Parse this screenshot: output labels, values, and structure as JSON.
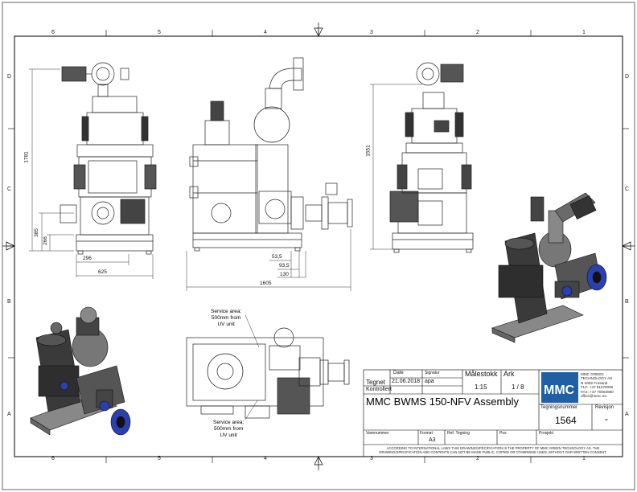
{
  "zones": {
    "columns": [
      "6",
      "5",
      "4",
      "3",
      "2",
      "1"
    ],
    "rows": [
      "D",
      "C",
      "B",
      "A"
    ]
  },
  "dimensions": {
    "overall_height_left": "1781",
    "overall_height_right": "1551",
    "base_height_1": "385",
    "base_height_2": "266",
    "base_width_1": "296",
    "base_width_2": "625",
    "side_1": "53,5",
    "side_2": "93,5",
    "side_3": "130",
    "side_length": "1605"
  },
  "notes": {
    "service_area_top": [
      "Service area:",
      "500mm from",
      "UV unit"
    ],
    "service_area_bottom": [
      "Service area:",
      "500mm from",
      "UV unit"
    ]
  },
  "title_block": {
    "date_header": "Date",
    "signature_header": "Signatur",
    "drawn_label": "Tegnet",
    "drawn_date": "21.06.2018",
    "drawn_signature": "apa",
    "checked_label": "Kontrollert",
    "scale_label": "Målestokk",
    "scale_value": "1:15",
    "sheet_label": "Ark",
    "sheet_value": "1 / 8",
    "title": "MMC BWMS 150-NFV Assembly",
    "drawing_number_label": "Tegningsnummer",
    "drawing_number": "1564",
    "revision_label": "Revisjon",
    "revision_value": "-",
    "item_number_label": "Varenummer",
    "format_label": "Format",
    "format_value": "A3",
    "ref_drawing_label": "Ref. Tegning",
    "pos_label": "Pos",
    "project_label": "Prosjekt",
    "company_logo_text": "MMC",
    "company_name": [
      "MMC GREEN",
      "TECHNOLOGY AS"
    ],
    "company_address": [
      "N-4062 Forsand",
      "TLF: +47 81070000",
      "FAX: +47 70083950",
      "office@mmc.no"
    ],
    "disclaimer": [
      "ACCORDING TO INTERNATIONAL LAWS THIS DRAWING/SPECIFICATION IS THE PROPERTY OF MMC GREEN TECHNOLOGY AS. THE",
      "DRAWING/SPECIFICATION AND CONTENTS CAN NOT BE MADE PUBLIC, COPIED OR OTHERWISE USED, WITHOUT OUR WRITTEN CONSENT."
    ]
  },
  "colors": {
    "line": "#000000",
    "metal_dark": "#3a3a3a",
    "metal_light": "#9a9a9a",
    "flange_blue": "#2a3fb0",
    "logo_blue": "#1f5fa3"
  }
}
